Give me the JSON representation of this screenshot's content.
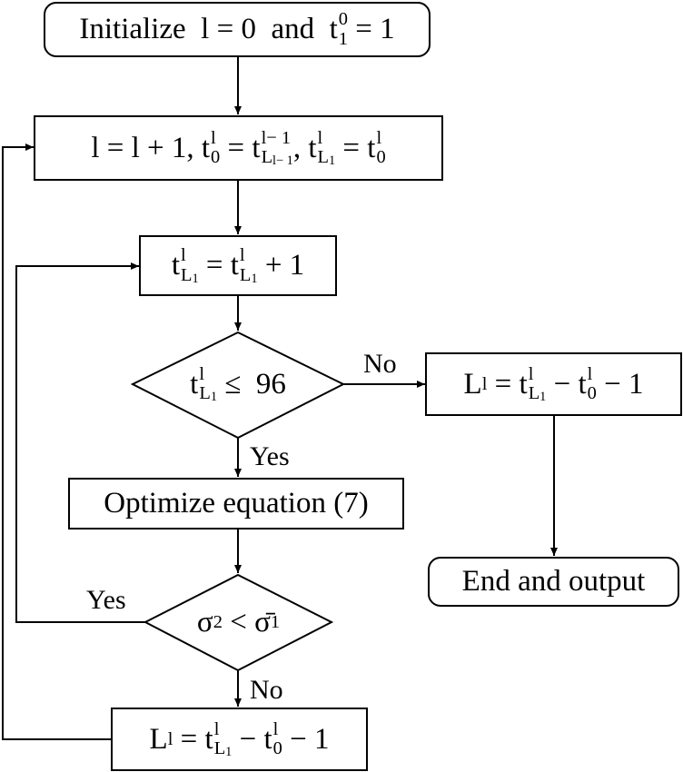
{
  "nodes": {
    "init": {
      "text": "Initialize  l = 0  and  ",
      "var": "t",
      "sup": "0",
      "sub": "1",
      "tail": " = 1"
    },
    "update": {
      "p1": "l = l + 1, ",
      "t": "t",
      "sup_l": "l",
      "sub_0": "0",
      "eq": " = ",
      "sup_lm1": "l− 1",
      "sub_L": "L",
      "sub_lm1": "l− 1",
      "comma": ", ",
      "sub_L1": "L",
      "sub_1": "1"
    },
    "increment": {
      "t": "t",
      "sup": "l",
      "sub_L": "L",
      "sub_1": "1",
      "eq": " = ",
      "plus": " + 1"
    },
    "check96": {
      "t": "t",
      "sup": "l",
      "sub_L": "L",
      "sub_1": "1",
      "op": " ≤  96"
    },
    "assign_right": {
      "L": "L",
      "sub": "l",
      "eq": " = ",
      "t": "t",
      "sup": "l",
      "sub_L": "L",
      "sub_1": "1",
      "minus": " − ",
      "sub_0": "0",
      "tail": " − 1"
    },
    "optimize": {
      "label": "Optimize equation (7)"
    },
    "check_sigma": {
      "sigma": "σ",
      "sup": "2",
      "op": " < ",
      "sigmabar": "σ̄",
      "sup2": "1"
    },
    "assign_bottom": {
      "L": "L",
      "sub": "l",
      "eq": " = ",
      "t": "t",
      "sup": "l",
      "sub_L": "L",
      "sub_1": "1",
      "minus": " − ",
      "sub_0": "0",
      "tail": " − 1"
    },
    "end": {
      "label": "End and output"
    }
  },
  "edges": {
    "no_right": "No",
    "yes_down": "Yes",
    "yes_left": "Yes",
    "no_down": "No"
  }
}
